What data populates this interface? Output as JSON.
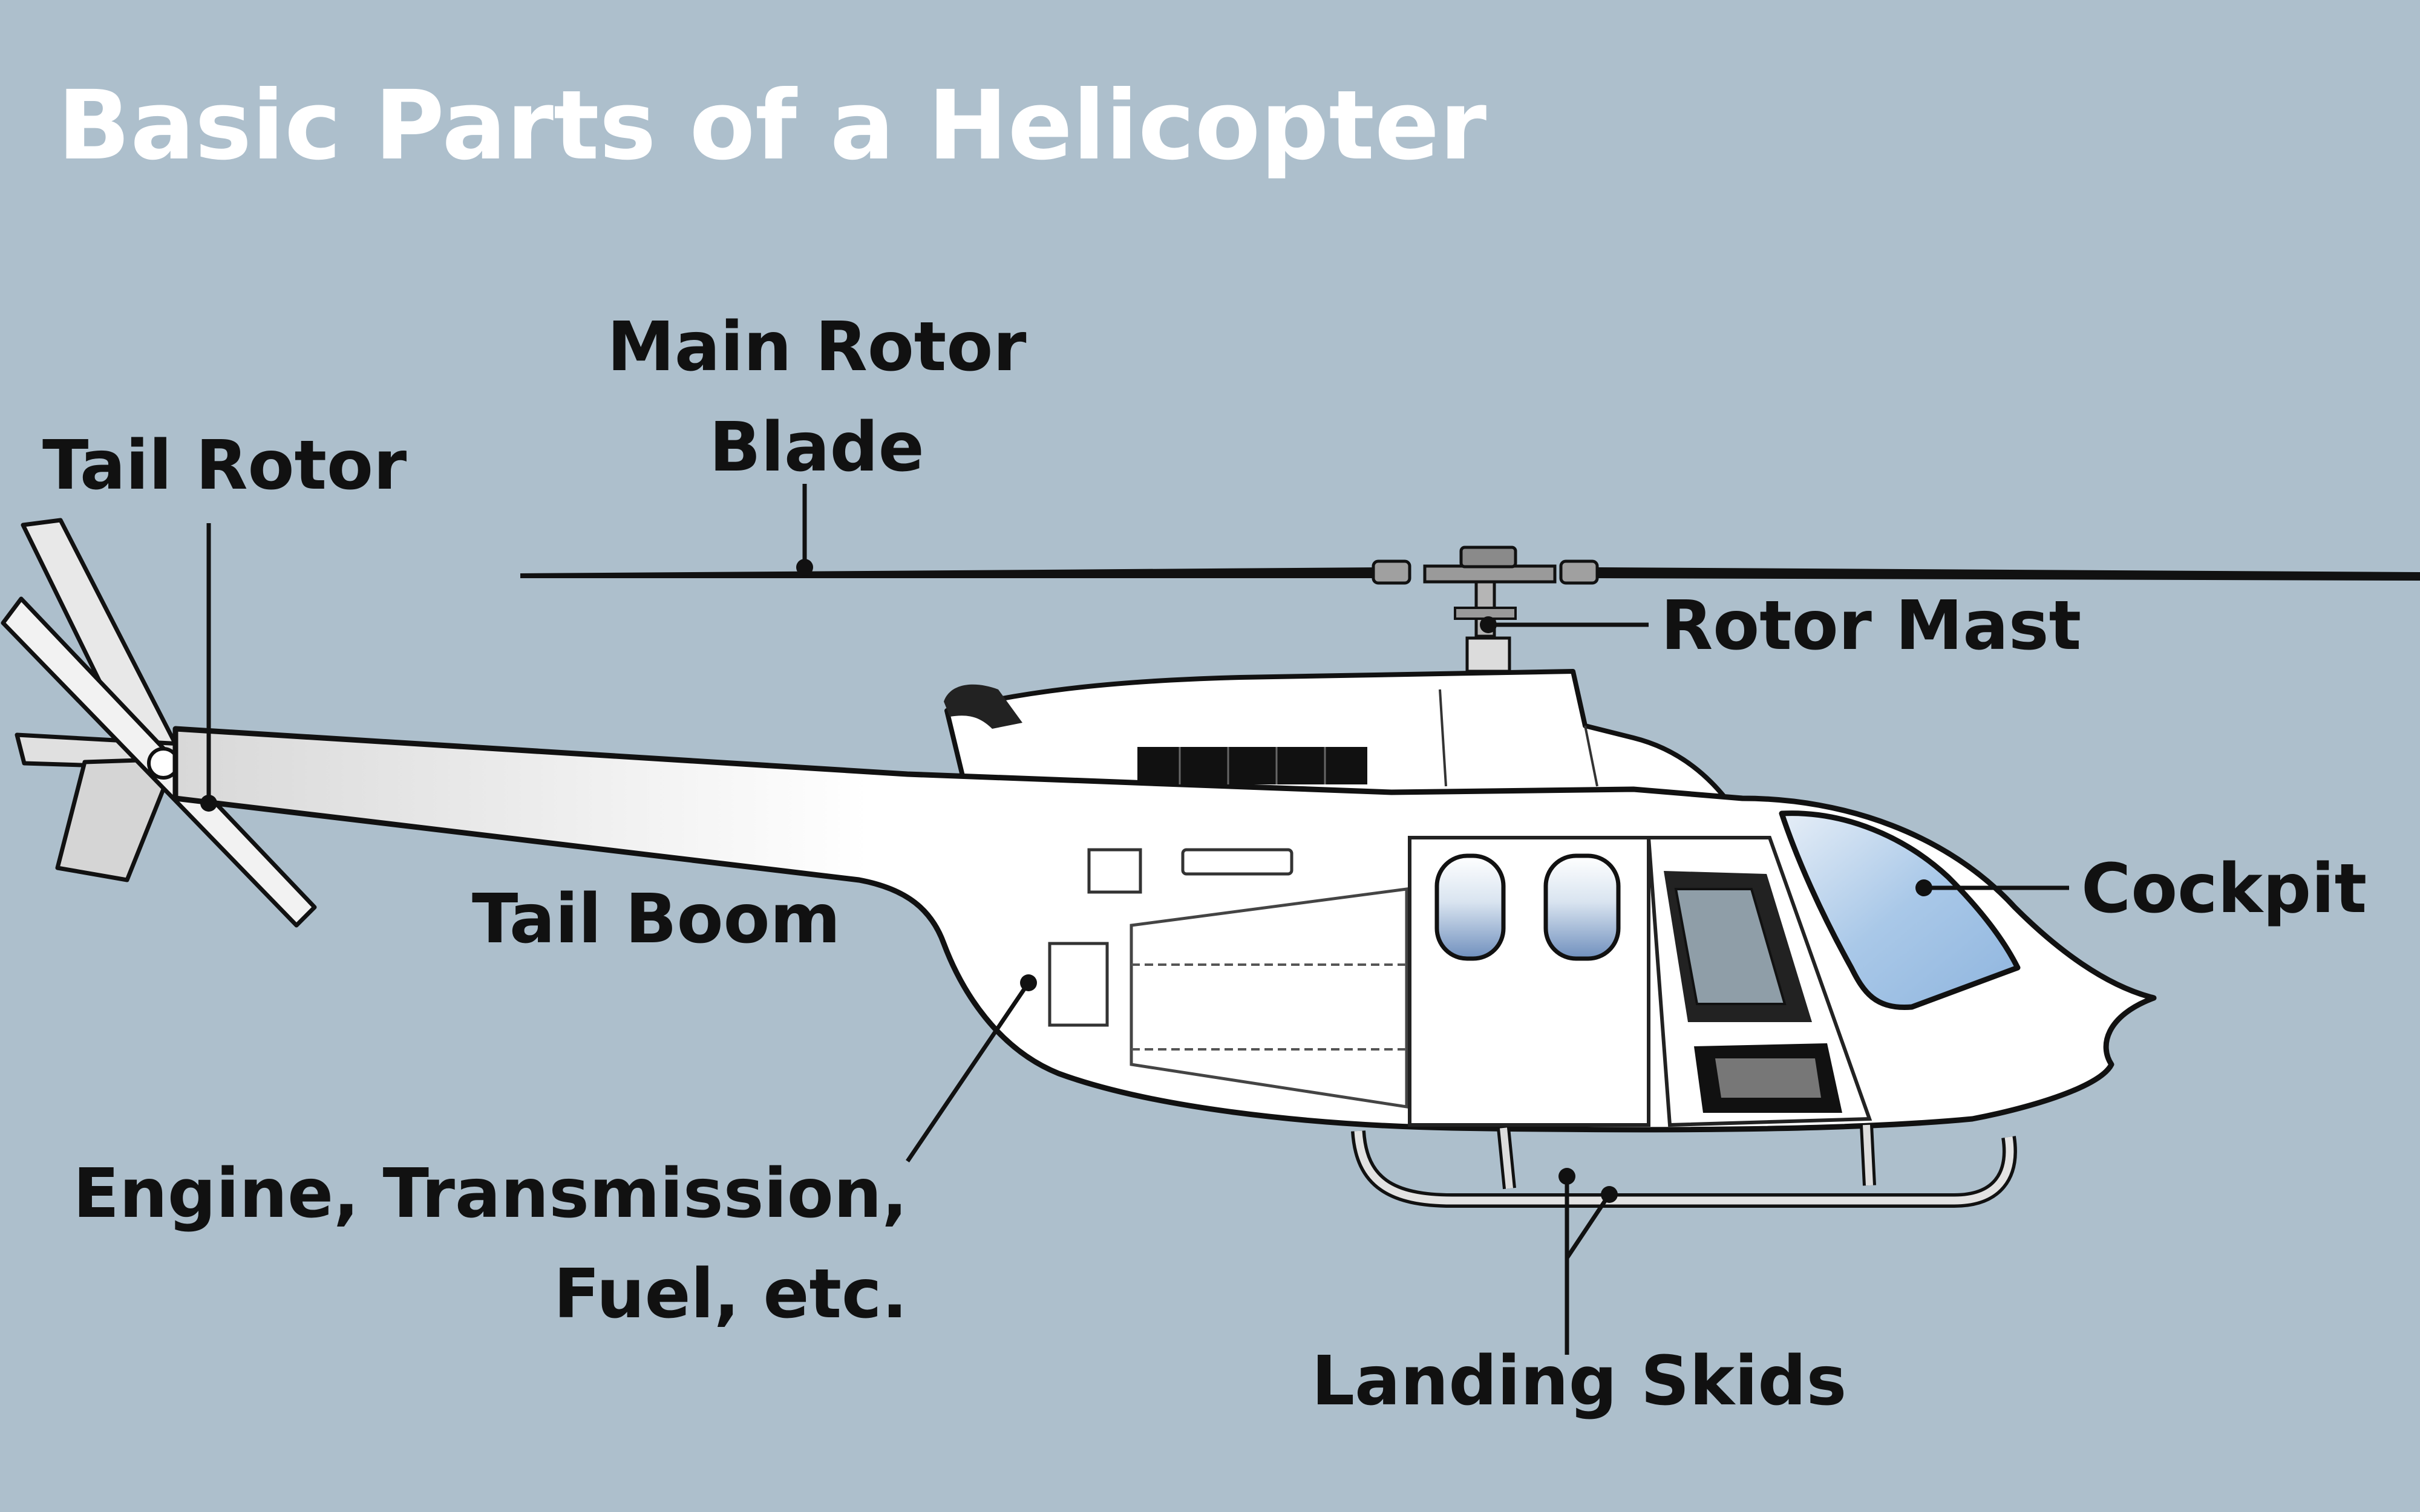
{
  "diagram": {
    "title": "Basic Parts of a Helicopter",
    "background_color": "#adbfcc",
    "title_color": "#ffffff",
    "label_color": "#111111",
    "body_color": "#ffffff",
    "outline_color": "#111111",
    "window_color": "#a9c8e8",
    "labels": {
      "tail_rotor": "Tail Rotor",
      "main_rotor_line1": "Main Rotor",
      "main_rotor_line2": "Blade",
      "rotor_mast": "Rotor Mast",
      "cockpit": "Cockpit",
      "tail_boom": "Tail Boom",
      "engine_line1": "Engine, Transmission,",
      "engine_line2": "Fuel, etc.",
      "landing_skids": "Landing Skids"
    }
  }
}
